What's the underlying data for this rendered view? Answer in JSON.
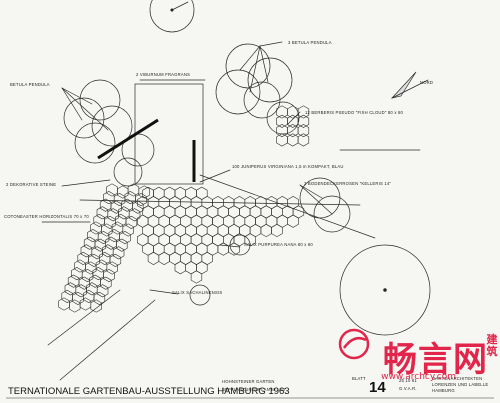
{
  "labels": {
    "betula_top": "3 BETULA PENDULA",
    "betula_left": "BETULA PENDULA",
    "viburnum": "2 VIBURNUM FRAGRANS",
    "berberis": "12 BERBERIS PSEUDO \"FISH CLOUD\" 80 x 60",
    "juniperus": "100 JUNIPERUS VIRGINIANA 1,5 m KOMPAKT, BLAU",
    "kelleris": "3 BODENDECKERROSEN \"KELLERIS 14\"",
    "dekorative": "2 DEKORATIVE STEINE",
    "cotoneaster": "COTONEASTER HORIZONTALIS 70 x 70",
    "salix": "SALIX PURPUREA NANA 80 x 60",
    "salix_pr": "SALIX SACHALINENSIS",
    "norden": "NORD",
    "title_bar": "TERNATIONALE GARTENBAU-AUSSTELLUNG HAMBURG 1963",
    "sub_1": "HOHNSTEINER GARTEN",
    "sub_2": "BEPFLANZUNGSPLAN   M 1:50",
    "blatt": "BLATT",
    "sheet_no": "14",
    "date": "25 10 61",
    "sig_a": "G.V.A.R.",
    "r1": "GARTENARCHITEKTEN",
    "r2": "LORENZEN UND LABELLE",
    "r3": "HAMBURG"
  },
  "watermark": {
    "logo": "畅言网",
    "side": "建筑",
    "url": "www.archcy.com"
  },
  "colors": {
    "ink": "#1c1c1c",
    "paper": "#f6f6f3",
    "watermark": "#e2264b"
  }
}
